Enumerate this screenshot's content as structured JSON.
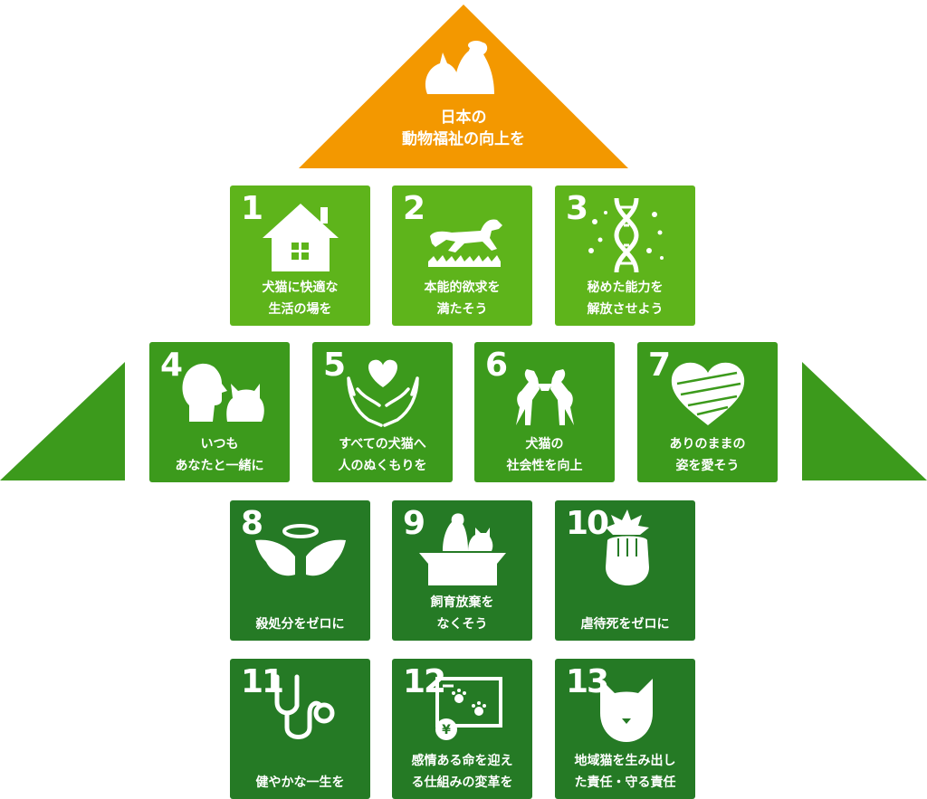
{
  "colors": {
    "roof": "#f39800",
    "tier1": "#5eb41b",
    "tier2": "#3c9a1c",
    "tier3": "#257a25",
    "wings": "#3c9a1c",
    "icon": "#ffffff"
  },
  "roof": {
    "line1": "日本の",
    "line2": "動物福祉の向上を",
    "icon": "dog-and-cat-icon"
  },
  "tiles": [
    {
      "num": "1",
      "line1": "犬猫に快適な",
      "line2": "生活の場を",
      "icon": "house-icon"
    },
    {
      "num": "2",
      "line1": "本能的欲求を",
      "line2": "満たそう",
      "icon": "running-dog-icon"
    },
    {
      "num": "3",
      "line1": "秘めた能力を",
      "line2": "解放させよう",
      "icon": "dna-icon"
    },
    {
      "num": "4",
      "line1": "いつも",
      "line2": "あなたと一緒に",
      "icon": "person-and-cat-icon"
    },
    {
      "num": "5",
      "line1": "すべての犬猫へ",
      "line2": "人のぬくもりを",
      "icon": "hands-heart-icon"
    },
    {
      "num": "6",
      "line1": "犬猫の",
      "line2": "社会性を向上",
      "icon": "playing-dogs-icon"
    },
    {
      "num": "7",
      "line1": "ありのままの",
      "line2": "姿を愛そう",
      "icon": "bandaged-heart-icon"
    },
    {
      "num": "8",
      "line1": "殺処分をゼロに",
      "line2": "",
      "icon": "angel-wings-icon"
    },
    {
      "num": "9",
      "line1": "飼育放棄を",
      "line2": "なくそう",
      "icon": "abandoned-box-icon"
    },
    {
      "num": "10",
      "line1": "虐待死をゼロに",
      "line2": "",
      "icon": "stop-hand-icon"
    },
    {
      "num": "11",
      "line1": "健やかな一生を",
      "line2": "",
      "icon": "stethoscope-icon"
    },
    {
      "num": "12",
      "line1": "感情ある命を迎え",
      "line2": "る仕組みの変革を",
      "icon": "pet-shop-cage-icon"
    },
    {
      "num": "13",
      "line1": "地域猫を生み出し",
      "line2": "た責任・守る責任",
      "icon": "cat-face-icon"
    }
  ]
}
